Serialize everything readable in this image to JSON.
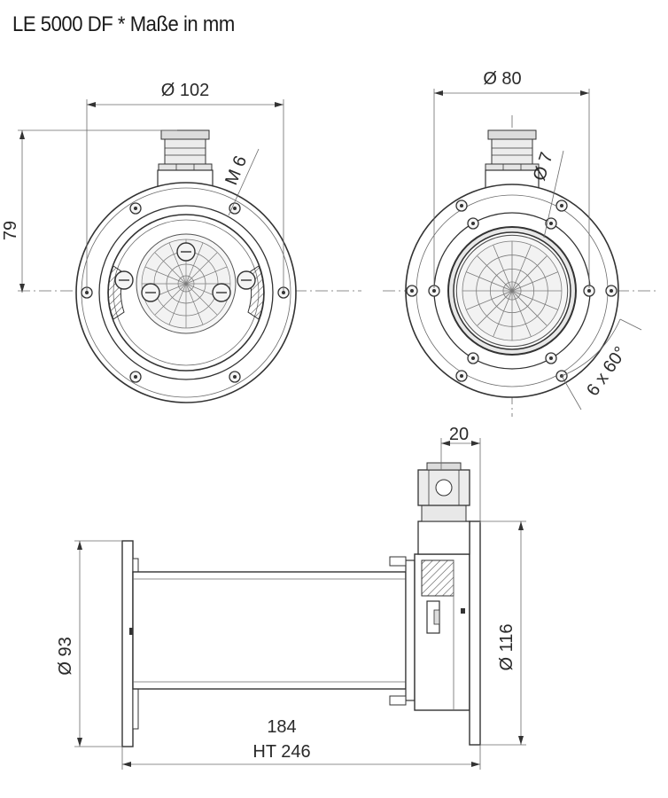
{
  "title": "LE 5000 DF * Maße in mm",
  "views": {
    "front_left": {
      "dim_diameter": "Ø 102",
      "dim_height": "79",
      "dim_thread": "M 6"
    },
    "front_right": {
      "dim_diameter": "Ø 80",
      "dim_hole": "Ø 7",
      "dim_pattern": "6 x 60°"
    },
    "side": {
      "dim_cable_gland": "20",
      "dim_flange_left": "Ø 93",
      "dim_flange_right": "Ø 116",
      "dim_body_length": "184",
      "dim_total_length": "HT 246"
    }
  },
  "colors": {
    "line": "#3a3a3a",
    "lens_fill": "#f2f2f2",
    "hatch": "#555555"
  }
}
